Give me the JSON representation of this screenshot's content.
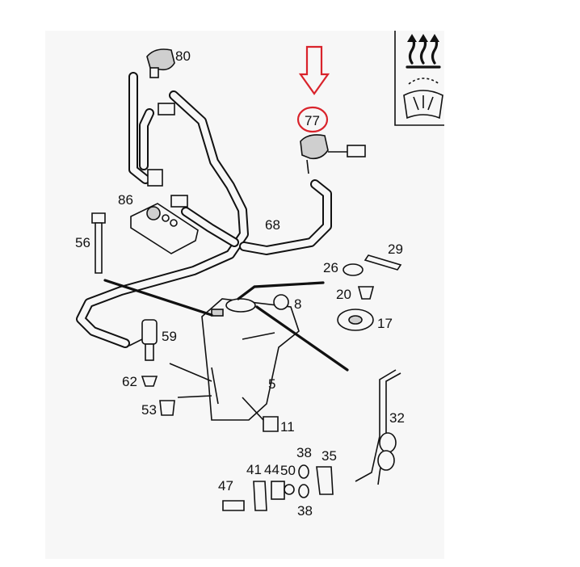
{
  "callouts": {
    "p80": "80",
    "p77": "77",
    "p86": "86",
    "p68": "68",
    "p56": "56",
    "p29": "29",
    "p26": "26",
    "p20": "20",
    "p8": "8",
    "p17": "17",
    "p59": "59",
    "p62": "62",
    "p5": "5",
    "p53": "53",
    "p11": "11",
    "p32": "32",
    "p38a": "38",
    "p35": "35",
    "p41": "41",
    "p44": "44",
    "p50": "50",
    "p47": "47",
    "p38b": "38"
  },
  "highlight": {
    "target_part": "77",
    "color": "#d9232b"
  },
  "legend_icons": [
    "heated-washer-icon",
    "windshield-wiper-icon"
  ]
}
